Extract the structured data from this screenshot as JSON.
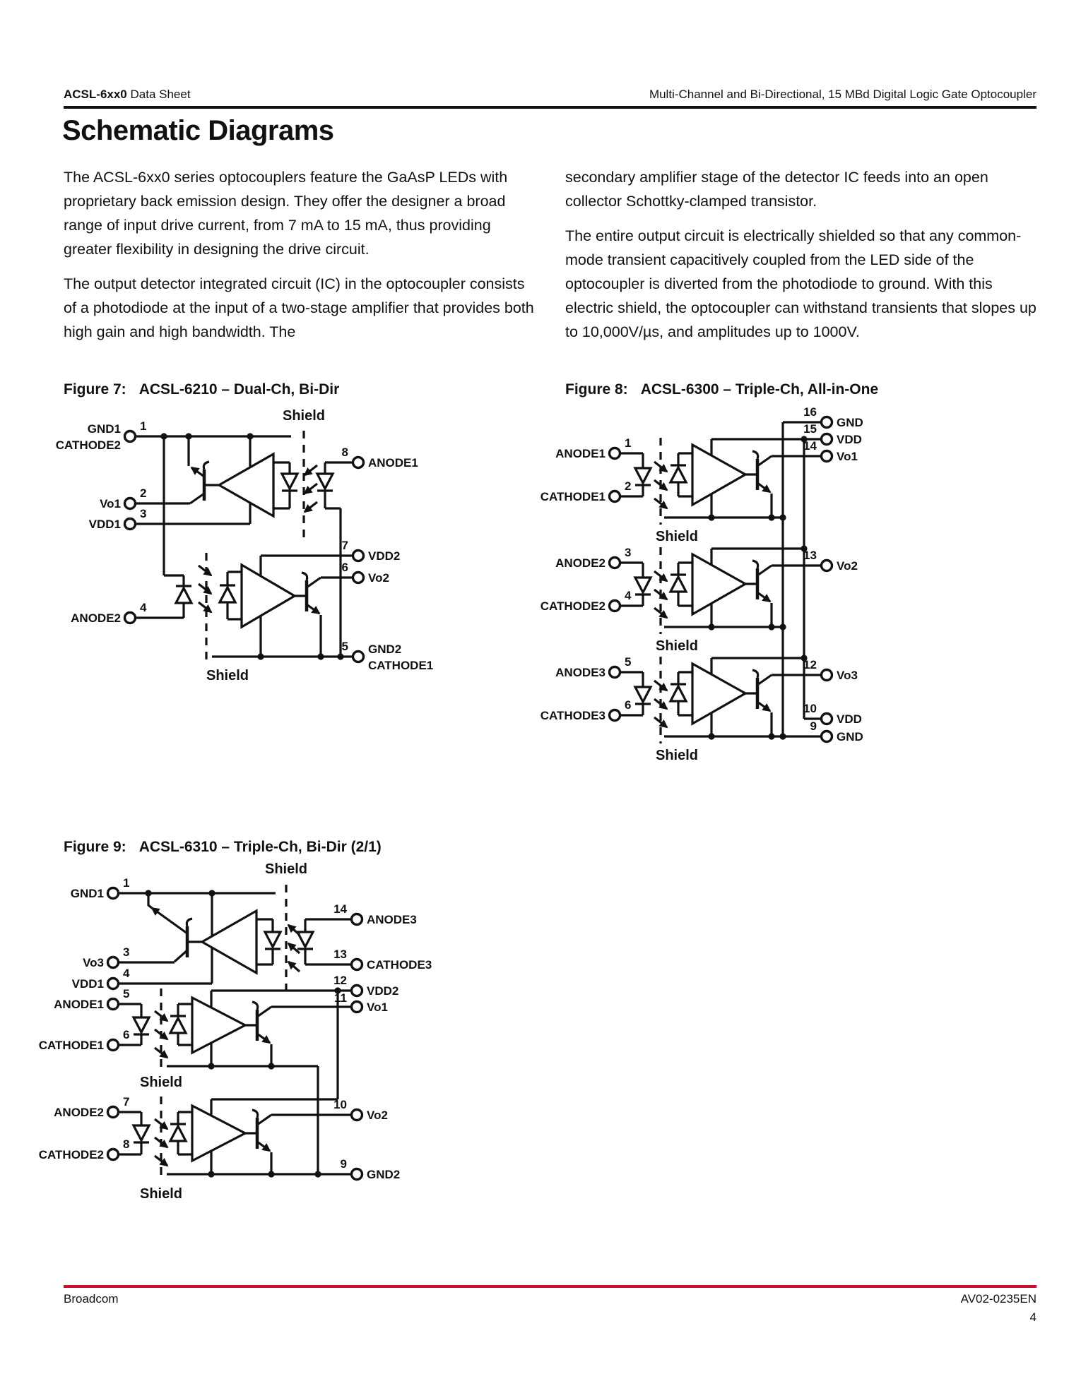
{
  "header": {
    "product": "ACSL-6xx0",
    "doc_type": " Data Sheet",
    "subtitle": "Multi-Channel and Bi-Directional, 15 MBd Digital Logic Gate Optocoupler"
  },
  "page_title": "Schematic Diagrams",
  "body": {
    "col1_p1": "The ACSL-6xx0 series optocouplers feature the GaAsP LEDs with proprietary back emission design. They offer the designer a broad range of input drive current, from 7 mA to 15 mA, thus providing greater flexibility in designing the drive circuit.",
    "col1_p2": "The output detector integrated circuit (IC) in the optocoupler consists of a photodiode at the input of a two-stage amplifier that provides both high gain and high bandwidth. The",
    "col2_p1": "secondary amplifier stage of the detector IC feeds into an open collector Schottky-clamped transistor.",
    "col2_p2": "The entire output circuit is electrically shielded so that any common-mode transient capacitively coupled from the LED side of the optocoupler is diverted from the photodiode to ground. With this electric shield, the optocoupler can withstand transients that slopes up to 10,000V/µs, and amplitudes up to 1000V."
  },
  "figures": {
    "fig7": {
      "caption_label": "Figure 7:",
      "caption_title": "ACSL-6210 – Dual-Ch, Bi-Dir",
      "shield_top": "Shield",
      "shield_bottom": "Shield",
      "left": [
        {
          "num": "1",
          "label": "GND1",
          "label2": "CATHODE2"
        },
        {
          "num": "2",
          "label": "Vo1"
        },
        {
          "num": "3",
          "label": "VDD1"
        },
        {
          "num": "4",
          "label": "ANODE2"
        }
      ],
      "right": [
        {
          "num": "8",
          "label": "ANODE1"
        },
        {
          "num": "7",
          "label": "VDD2"
        },
        {
          "num": "6",
          "label": "Vo2"
        },
        {
          "num": "5",
          "label": "GND2",
          "label2": "CATHODE1"
        }
      ]
    },
    "fig8": {
      "caption_label": "Figure 8:",
      "caption_title": "ACSL-6300 – Triple-Ch, All-in-One",
      "shields": [
        "Shield",
        "Shield",
        "Shield"
      ],
      "left": [
        {
          "num": "1",
          "label": "ANODE1"
        },
        {
          "num": "2",
          "label": "CATHODE1"
        },
        {
          "num": "3",
          "label": "ANODE2"
        },
        {
          "num": "4",
          "label": "CATHODE2"
        },
        {
          "num": "5",
          "label": "ANODE3"
        },
        {
          "num": "6",
          "label": "CATHODE3"
        }
      ],
      "right": [
        {
          "num": "16",
          "label": "GND"
        },
        {
          "num": "15",
          "label": "VDD"
        },
        {
          "num": "14",
          "label": "Vo1"
        },
        {
          "num": "13",
          "label": "Vo2"
        },
        {
          "num": "12",
          "label": "Vo3"
        },
        {
          "num": "10",
          "label": "VDD"
        },
        {
          "num": "9",
          "label": "GND"
        }
      ]
    },
    "fig9": {
      "caption_label": "Figure 9:",
      "caption_title": "ACSL-6310 – Triple-Ch, Bi-Dir (2/1)",
      "shields": [
        "Shield",
        "Shield",
        "Shield"
      ],
      "left": [
        {
          "num": "1",
          "label": "GND1"
        },
        {
          "num": "3",
          "label": "Vo3"
        },
        {
          "num": "4",
          "label": "VDD1"
        },
        {
          "num": "5",
          "label": "ANODE1"
        },
        {
          "num": "6",
          "label": "CATHODE1"
        },
        {
          "num": "7",
          "label": "ANODE2"
        },
        {
          "num": "8",
          "label": "CATHODE2"
        }
      ],
      "right": [
        {
          "num": "14",
          "label": "ANODE3"
        },
        {
          "num": "13",
          "label": "CATHODE3"
        },
        {
          "num": "12",
          "label": "VDD2"
        },
        {
          "num": "11",
          "label": "Vo1"
        },
        {
          "num": "10",
          "label": "Vo2"
        },
        {
          "num": "9",
          "label": "GND2"
        }
      ]
    }
  },
  "footer": {
    "company": "Broadcom",
    "doc_number": "AV02-0235EN",
    "page_number": "4",
    "rule_color": "#C8102E"
  }
}
